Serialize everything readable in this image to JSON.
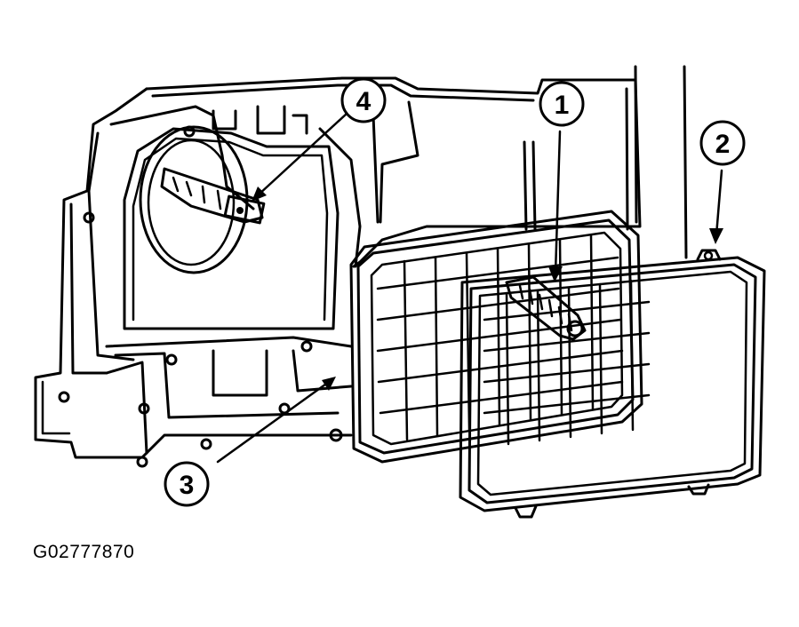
{
  "figure": {
    "id_label": "G02777870",
    "callouts": [
      {
        "key": "1",
        "label": "1"
      },
      {
        "key": "2",
        "label": "2"
      },
      {
        "key": "3",
        "label": "3"
      },
      {
        "key": "4",
        "label": "4"
      }
    ]
  },
  "colors": {
    "line": "#000000",
    "background": "#ffffff"
  }
}
